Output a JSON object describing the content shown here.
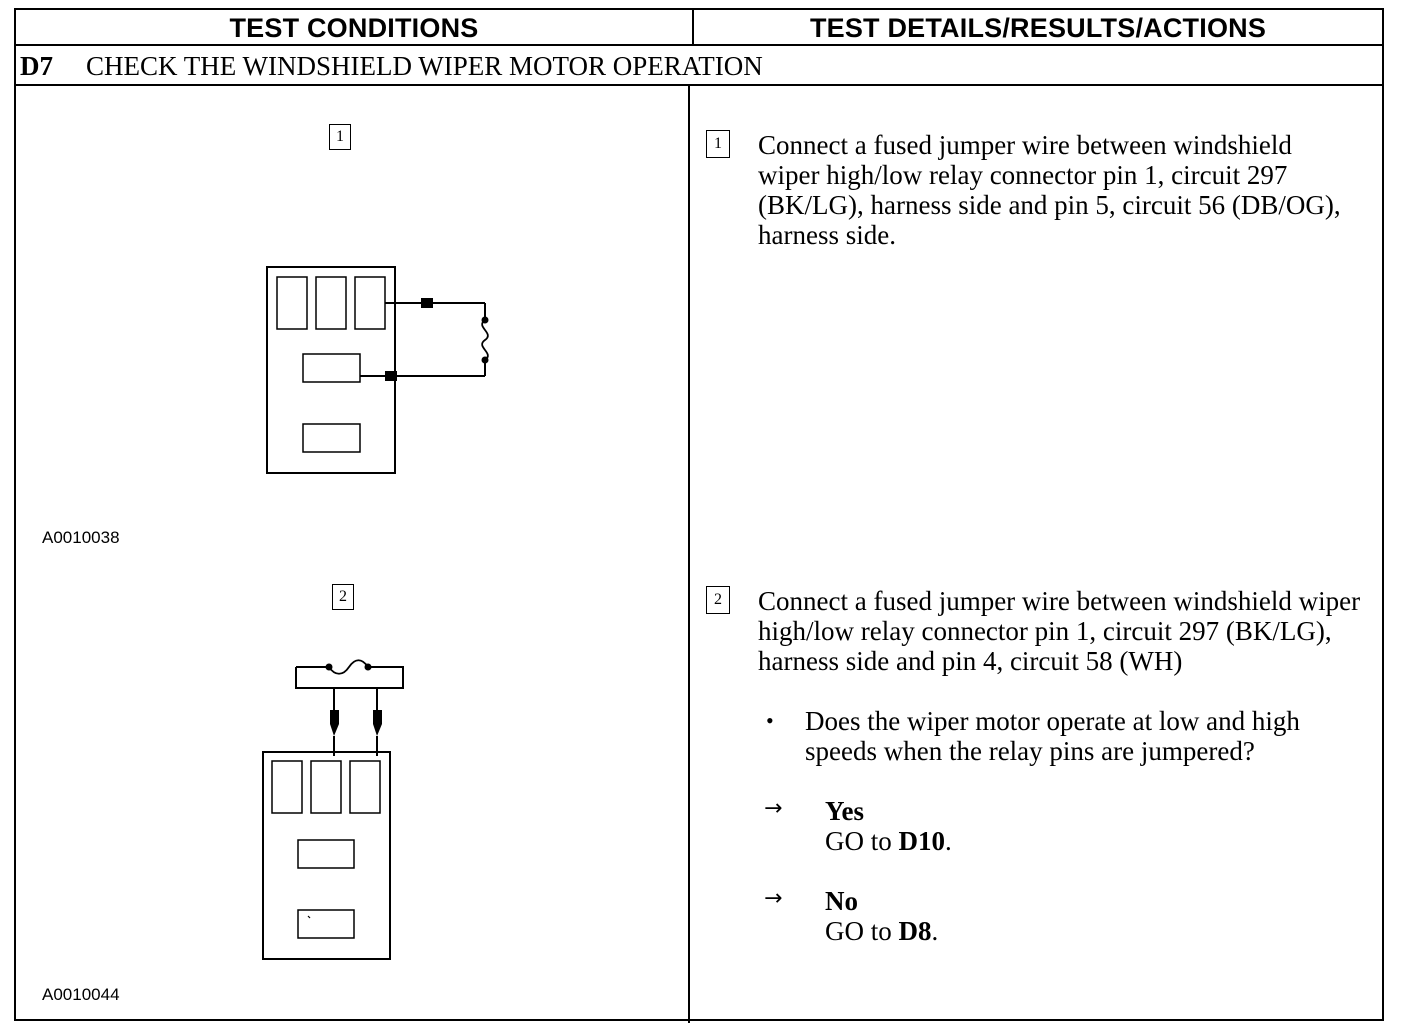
{
  "header": {
    "left": "TEST CONDITIONS",
    "right": "TEST DETAILS/RESULTS/ACTIONS"
  },
  "step": {
    "id": "D7",
    "title": "CHECK THE WINDSHIELD WIPER MOTOR OPERATION"
  },
  "figures": [
    {
      "number": "1",
      "code": "A0010038"
    },
    {
      "number": "2",
      "code": "A0010044"
    }
  ],
  "details": [
    {
      "number": "1",
      "text": "Connect a fused jumper wire between windshield wiper high/low relay connector pin 1, circuit 297 (BK/LG), harness side and pin 5, circuit 56 (DB/OG), harness side."
    },
    {
      "number": "2",
      "text": "Connect a fused jumper wire between windshield wiper high/low relay connector pin 1, circuit 297 (BK/LG), harness side and pin 4, circuit 58 (WH)"
    }
  ],
  "question": "Does the wiper motor operate at low and high speeds when the relay pins are jumpered?",
  "answers": [
    {
      "label": "Yes",
      "go_prefix": "GO to ",
      "target": "D10",
      "suffix": "."
    },
    {
      "label": "No",
      "go_prefix": "GO to ",
      "target": "D8",
      "suffix": "."
    }
  ],
  "arrow_symbol": "→",
  "bullet_symbol": "•"
}
